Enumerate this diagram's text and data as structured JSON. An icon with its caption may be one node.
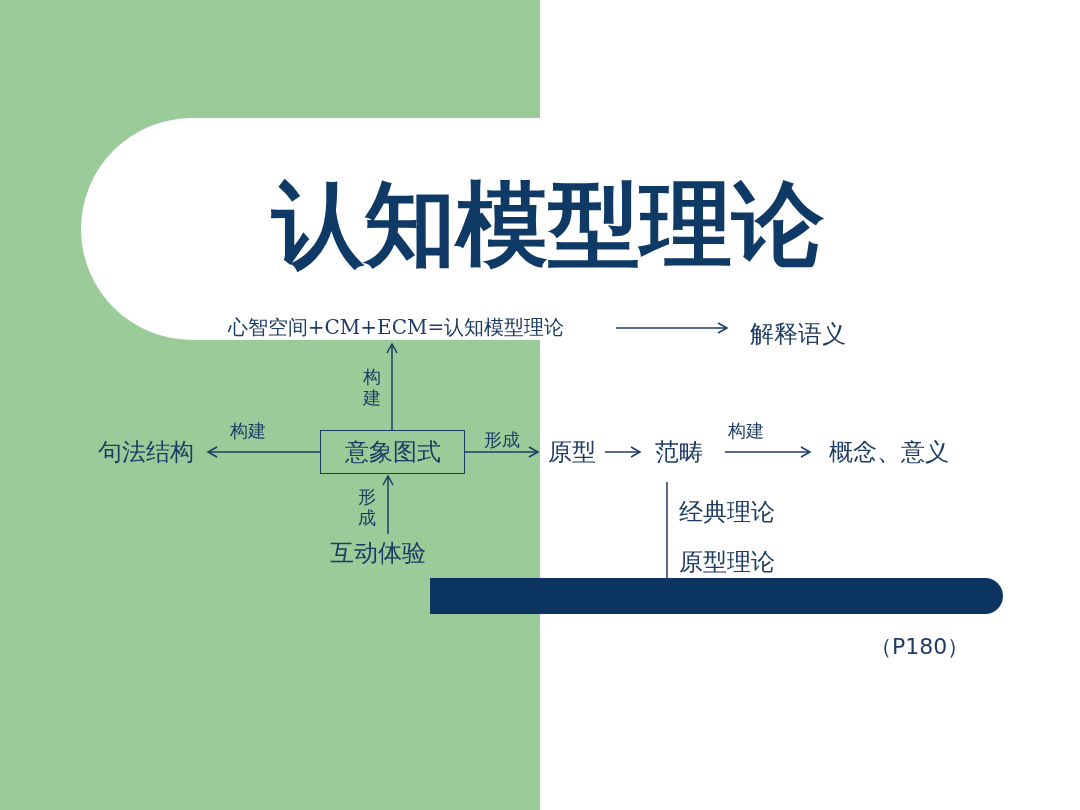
{
  "diagram": {
    "title": "认知模型理论",
    "nodes": [
      {
        "text": [
          "心智空间+CM+ECM=认知模型理论"
        ]
      },
      {
        "text": [
          "解释语义"
        ]
      },
      {
        "text": [
          "句法结构"
        ]
      },
      {
        "text": [
          "意象图式"
        ]
      },
      {
        "text": [
          "原型"
        ]
      },
      {
        "text": [
          "范畴"
        ]
      },
      {
        "text": [
          "概念、意义"
        ]
      },
      {
        "text": [
          "互动体验"
        ]
      }
    ],
    "edges": [
      {
        "from": 0,
        "to": 1,
        "arrow": "to"
      },
      {
        "from": 3,
        "to": 2,
        "arrow": "to",
        "label": "构建"
      },
      {
        "from": 3,
        "to": 0,
        "arrow": "to",
        "label": "构建"
      },
      {
        "from": 3,
        "to": 4,
        "arrow": "to",
        "label": "形成"
      },
      {
        "from": 4,
        "to": 5,
        "arrow": "to"
      },
      {
        "from": 5,
        "to": 6,
        "arrow": "to",
        "label": "构建"
      },
      {
        "from": 7,
        "to": 3,
        "arrow": "to",
        "label": "形成"
      }
    ],
    "labels": [
      "经典理论",
      "原型理论",
      "（P180）"
    ]
  }
}
